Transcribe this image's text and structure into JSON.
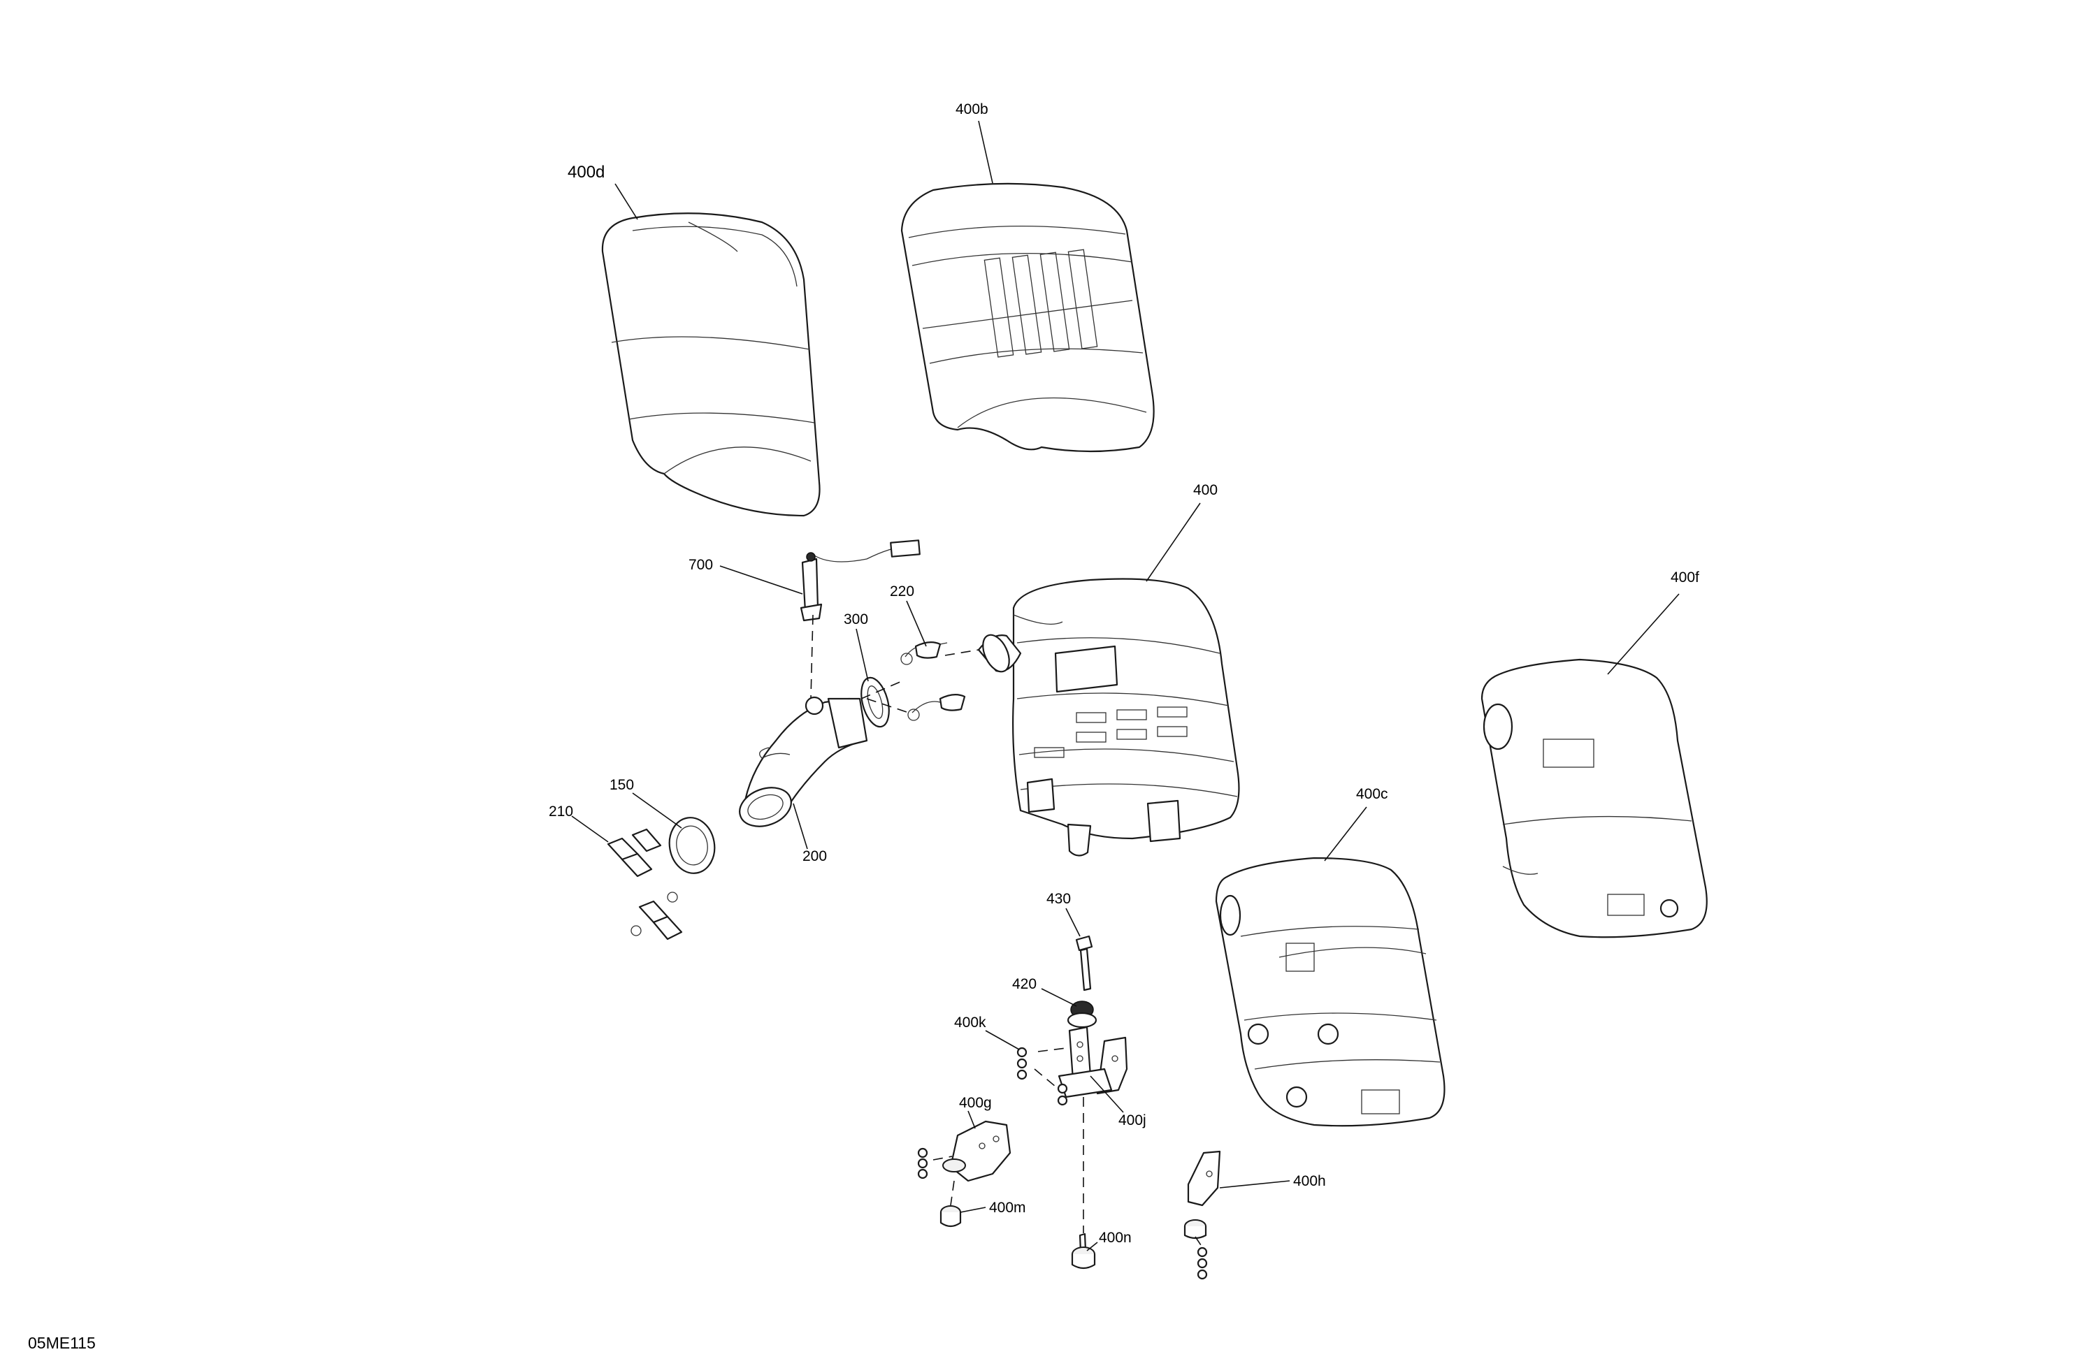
{
  "figure_ref": "05ME115",
  "callouts": {
    "c400d": "400d",
    "c400b": "400b",
    "c400": "400",
    "c400f": "400f",
    "c400c": "400c",
    "c700": "700",
    "c220": "220",
    "c300": "300",
    "c150": "150",
    "c210": "210",
    "c200": "200",
    "c430": "430",
    "c420": "420",
    "c400k": "400k",
    "c400j": "400j",
    "c400g": "400g",
    "c400m": "400m",
    "c400n": "400n",
    "c400h": "400h"
  },
  "colors": {
    "line": "#1a1a1a",
    "background": "#ffffff"
  }
}
